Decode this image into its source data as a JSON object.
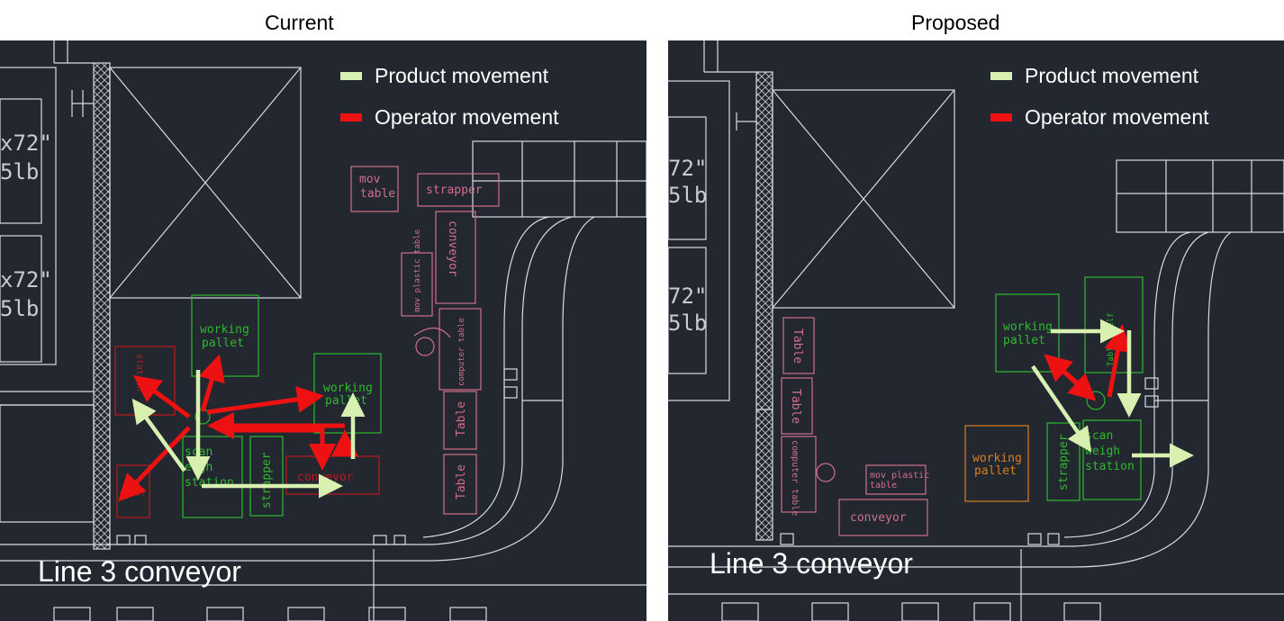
{
  "current": {
    "title": "Current",
    "legend": {
      "product": "Product movement",
      "operator": "Operator movement"
    },
    "line_label": "Line 3 conveyor",
    "rack_text": [
      "x72\"",
      "5lb",
      "x72\"",
      "5lb"
    ],
    "labels": {
      "mov_table_1": "mov",
      "mov_table_2": "table",
      "strapper_top": "strapper",
      "conveyor_vert": "conveyor",
      "mov_plastic_table": "mov plastic table",
      "computer_table": "computer table",
      "table_a": "Table",
      "table_b": "Table",
      "working_pallet_1a": "working",
      "working_pallet_1b": "pallet",
      "working_pallet_2a": "working",
      "working_pallet_2b": "pallet",
      "scan_1": "scan",
      "scan_2": "eigh",
      "scan_3": "station",
      "strapper_low": "strapper",
      "conveyor_red": "conveyor",
      "station_red": "station",
      "shelf_red": "shelf"
    }
  },
  "proposed": {
    "title": "Proposed",
    "legend": {
      "product": "Product movement",
      "operator": "Operator movement"
    },
    "line_label": "Line 3 conveyor",
    "rack_text": [
      "72\"",
      "5lb",
      "72\"",
      "5lb"
    ],
    "labels": {
      "table_a": "Table",
      "table_b": "Table",
      "computer_table": "computer table",
      "mov_plastic_table_1": "mov plastic",
      "mov_plastic_table_2": "table",
      "conveyor": "conveyor",
      "working_pallet_green_a": "working",
      "working_pallet_green_b": "pallet",
      "table_shelf": "Table shelf",
      "working_pallet_orange_a": "working",
      "working_pallet_orange_b": "pallet",
      "strapper": "strapper",
      "scan_1": "scan",
      "scan_2": "weigh",
      "scan_3": "station"
    }
  },
  "colors": {
    "background": "#222730",
    "line": "#d9dce0",
    "product_arrow": "#d8f0b0",
    "operator_arrow": "#ee1111",
    "green_box": "#2fb82f",
    "pink_box": "#d0708a",
    "red_box": "#c0181c",
    "orange_box": "#d88020"
  }
}
